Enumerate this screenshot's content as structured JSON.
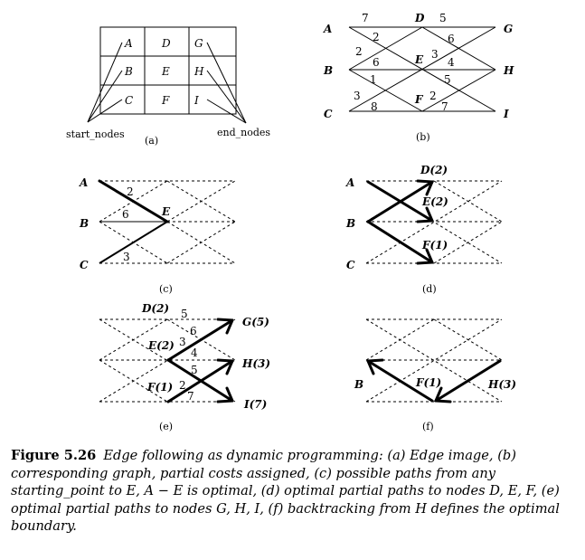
{
  "panel_a": {
    "grid": [
      [
        "A",
        "D",
        "G"
      ],
      [
        "B",
        "E",
        "H"
      ],
      [
        "C",
        "F",
        "I"
      ]
    ],
    "start_label": "start_nodes",
    "end_label": "end_nodes",
    "caption": "(a)"
  },
  "panel_b": {
    "nodes": {
      "A": "A",
      "D": "D",
      "G": "G",
      "B": "B",
      "E": "E",
      "H": "H",
      "C": "C",
      "F": "F",
      "I": "I"
    },
    "costs": {
      "AD": "7",
      "DG": "5",
      "AE": "2",
      "DH": "6",
      "BD": "2",
      "BE": "6",
      "EG": "3",
      "EH": "4",
      "BF": "1",
      "EI": "5",
      "CE": "3",
      "CF": "8",
      "FH": "2",
      "FI": "7"
    },
    "caption": "(b)"
  },
  "panel_c": {
    "nodes": {
      "A": "A",
      "B": "B",
      "C": "C",
      "E": "E"
    },
    "costs": {
      "AE": "2",
      "BE": "6",
      "CE": "3"
    },
    "caption": "(c)"
  },
  "panel_d": {
    "nodes": {
      "A": "A",
      "B": "B",
      "C": "C"
    },
    "labels": {
      "D": "D(2)",
      "E": "E(2)",
      "F": "F(1)"
    },
    "caption": "(d)"
  },
  "panel_e": {
    "labels": {
      "D": "D(2)",
      "E": "E(2)",
      "F": "F(1)",
      "G": "G(5)",
      "H": "H(3)",
      "I": "I(7)"
    },
    "costs": {
      "DG": "5",
      "DH": "6",
      "EG": "3",
      "EH": "4",
      "EI": "5",
      "FH": "2",
      "FI": "7"
    },
    "caption": "(e)"
  },
  "panel_f": {
    "labels": {
      "B": "B",
      "F": "F(1)",
      "H": "H(3)"
    },
    "caption": "(f)"
  },
  "caption": {
    "label": "Figure 5.26",
    "text": "Edge following as dynamic programming: (a) Edge image, (b) corresponding graph, partial costs assigned, (c) possible paths from any starting_point to E, A − E is optimal, (d) optimal partial paths to nodes D, E, F, (e) optimal partial paths to nodes G, H, I, (f) backtracking from H defines the optimal boundary."
  }
}
